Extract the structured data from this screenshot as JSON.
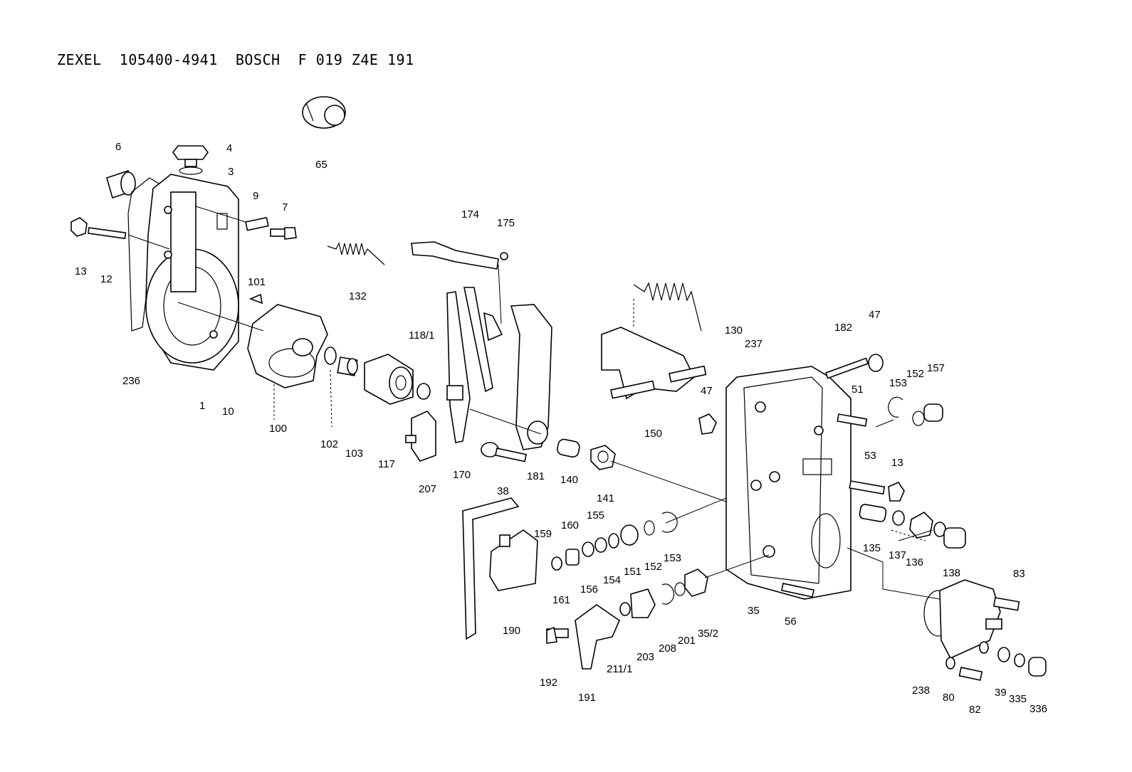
{
  "title": "ZEXEL  105400-4941  BOSCH  F 019 Z4E 191",
  "labels": [
    "6",
    "4",
    "3",
    "65",
    "9",
    "7",
    "13",
    "12",
    "101",
    "132",
    "174",
    "175",
    "118/1",
    "236",
    "1",
    "10",
    "100",
    "102",
    "103",
    "117",
    "207",
    "170",
    "38",
    "181",
    "140",
    "141",
    "130",
    "150",
    "47",
    "237",
    "182",
    "47",
    "51",
    "153",
    "152",
    "157",
    "53",
    "13",
    "160",
    "155",
    "159",
    "161",
    "156",
    "154",
    "151",
    "152",
    "153",
    "190",
    "135",
    "137",
    "136",
    "138",
    "83",
    "35",
    "56",
    "35/2",
    "201",
    "208",
    "203",
    "211/1",
    "192",
    "191",
    "238",
    "80",
    "82",
    "39",
    "335",
    "336"
  ]
}
